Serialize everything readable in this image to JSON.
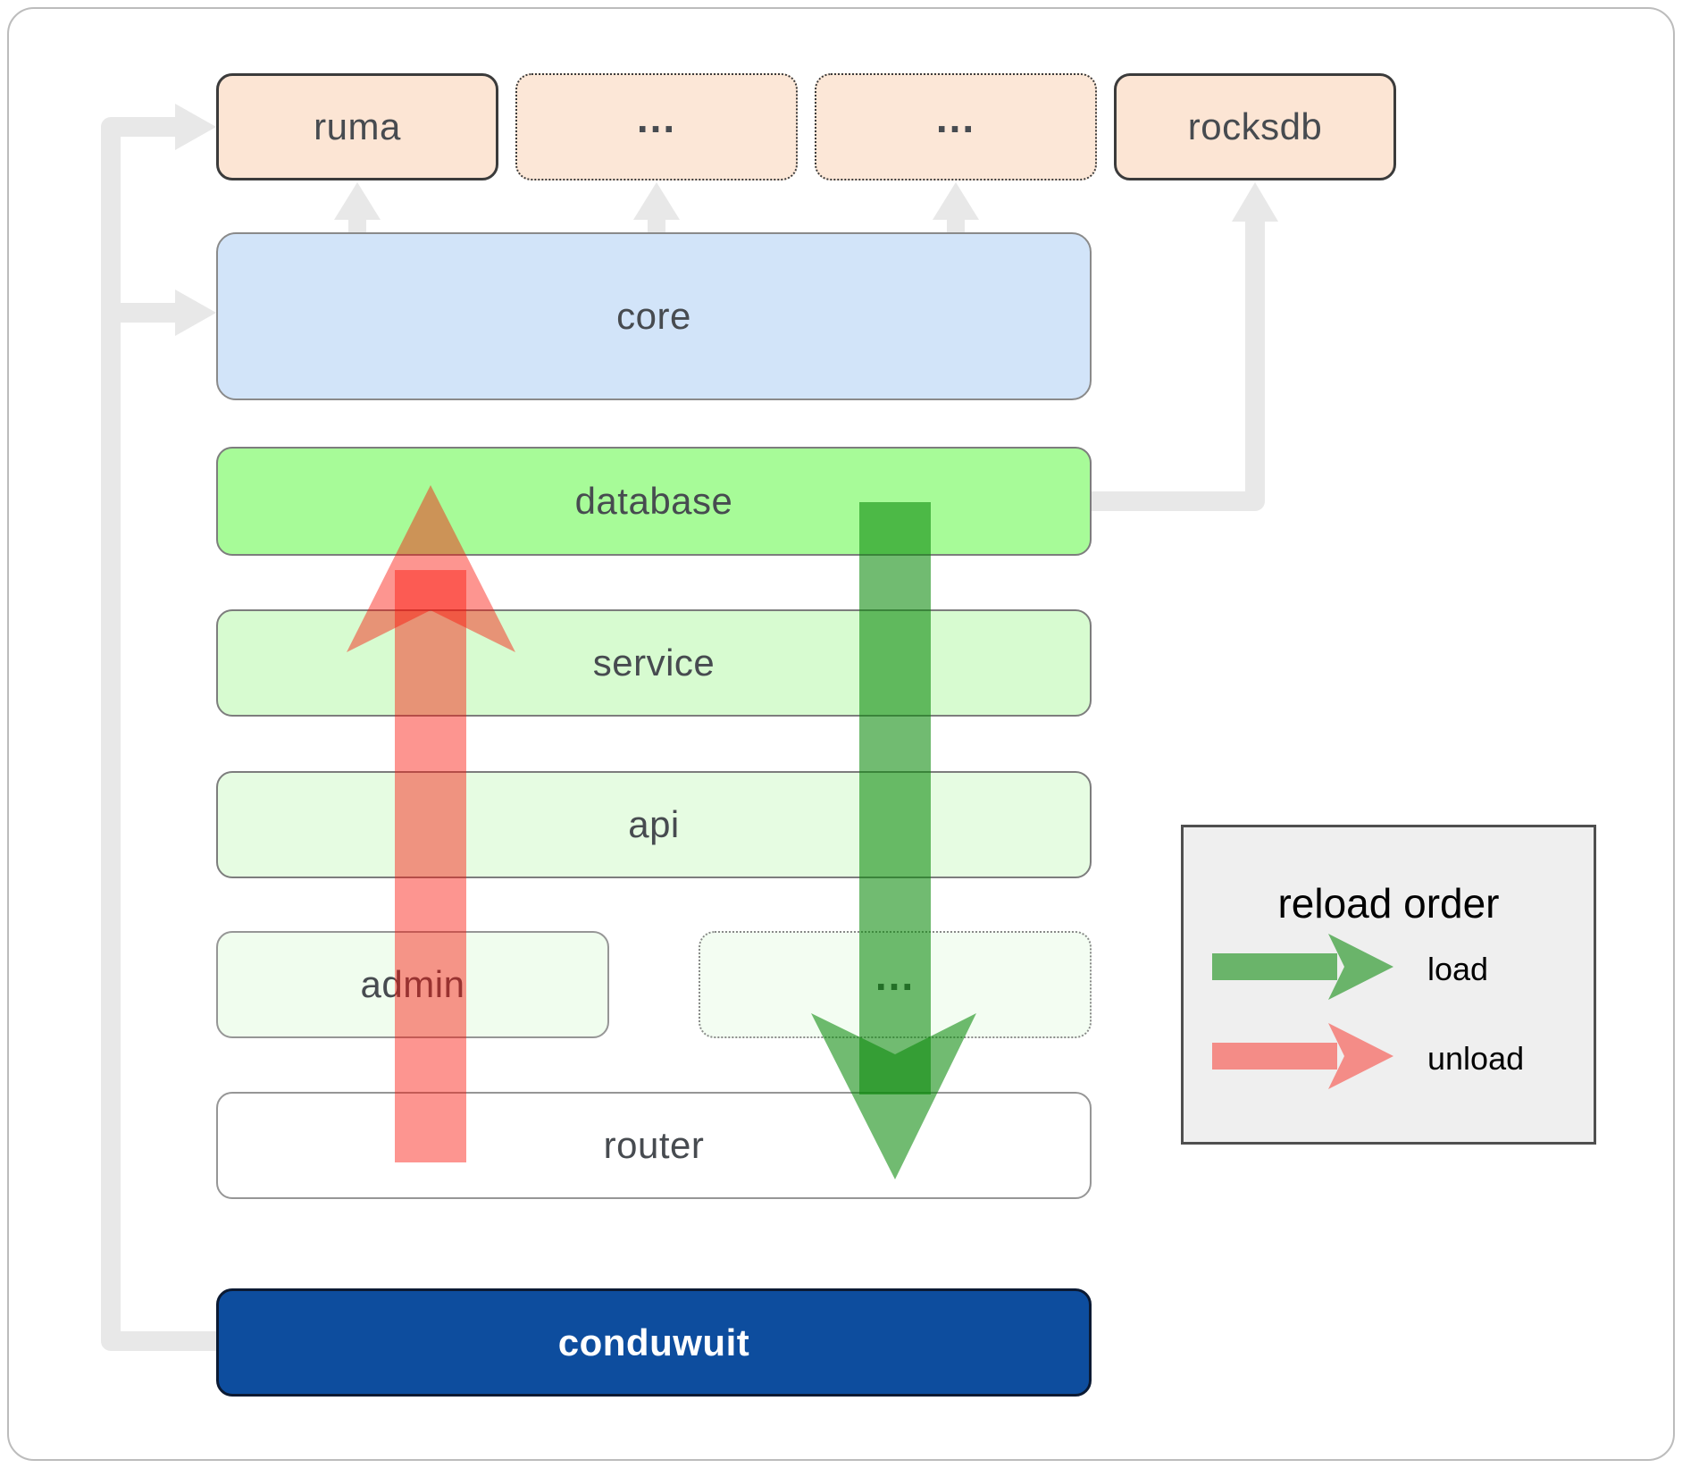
{
  "diagram": {
    "nodes": {
      "ruma": {
        "label": "ruma"
      },
      "top_ellipsis_1": {
        "label": "..."
      },
      "top_ellipsis_2": {
        "label": "..."
      },
      "rocksdb": {
        "label": "rocksdb"
      },
      "core": {
        "label": "core"
      },
      "database": {
        "label": "database"
      },
      "service": {
        "label": "service"
      },
      "api": {
        "label": "api"
      },
      "admin": {
        "label": "admin"
      },
      "admin_ellipsis": {
        "label": "..."
      },
      "router": {
        "label": "router"
      },
      "conduwuit": {
        "label": "conduwuit"
      }
    },
    "legend": {
      "title": "reload order",
      "items": [
        {
          "label": "load",
          "color": "#0a8a0a"
        },
        {
          "label": "unload",
          "color": "#fa1408"
        }
      ]
    },
    "colors": {
      "load_green": "#0a8a0a",
      "unload_red": "#fa1408",
      "connector_gray": "#e8e8e8",
      "dependency_peach": "#fce5d4",
      "core_blue": "#d2e4f9",
      "database_green": "#a7fb98",
      "service_green": "#d7fbd0",
      "api_green": "#e6fce2",
      "admin_green": "#f0fdee",
      "conduwuit_blue": "#0d4d9e",
      "legend_bg": "#efefef"
    }
  }
}
